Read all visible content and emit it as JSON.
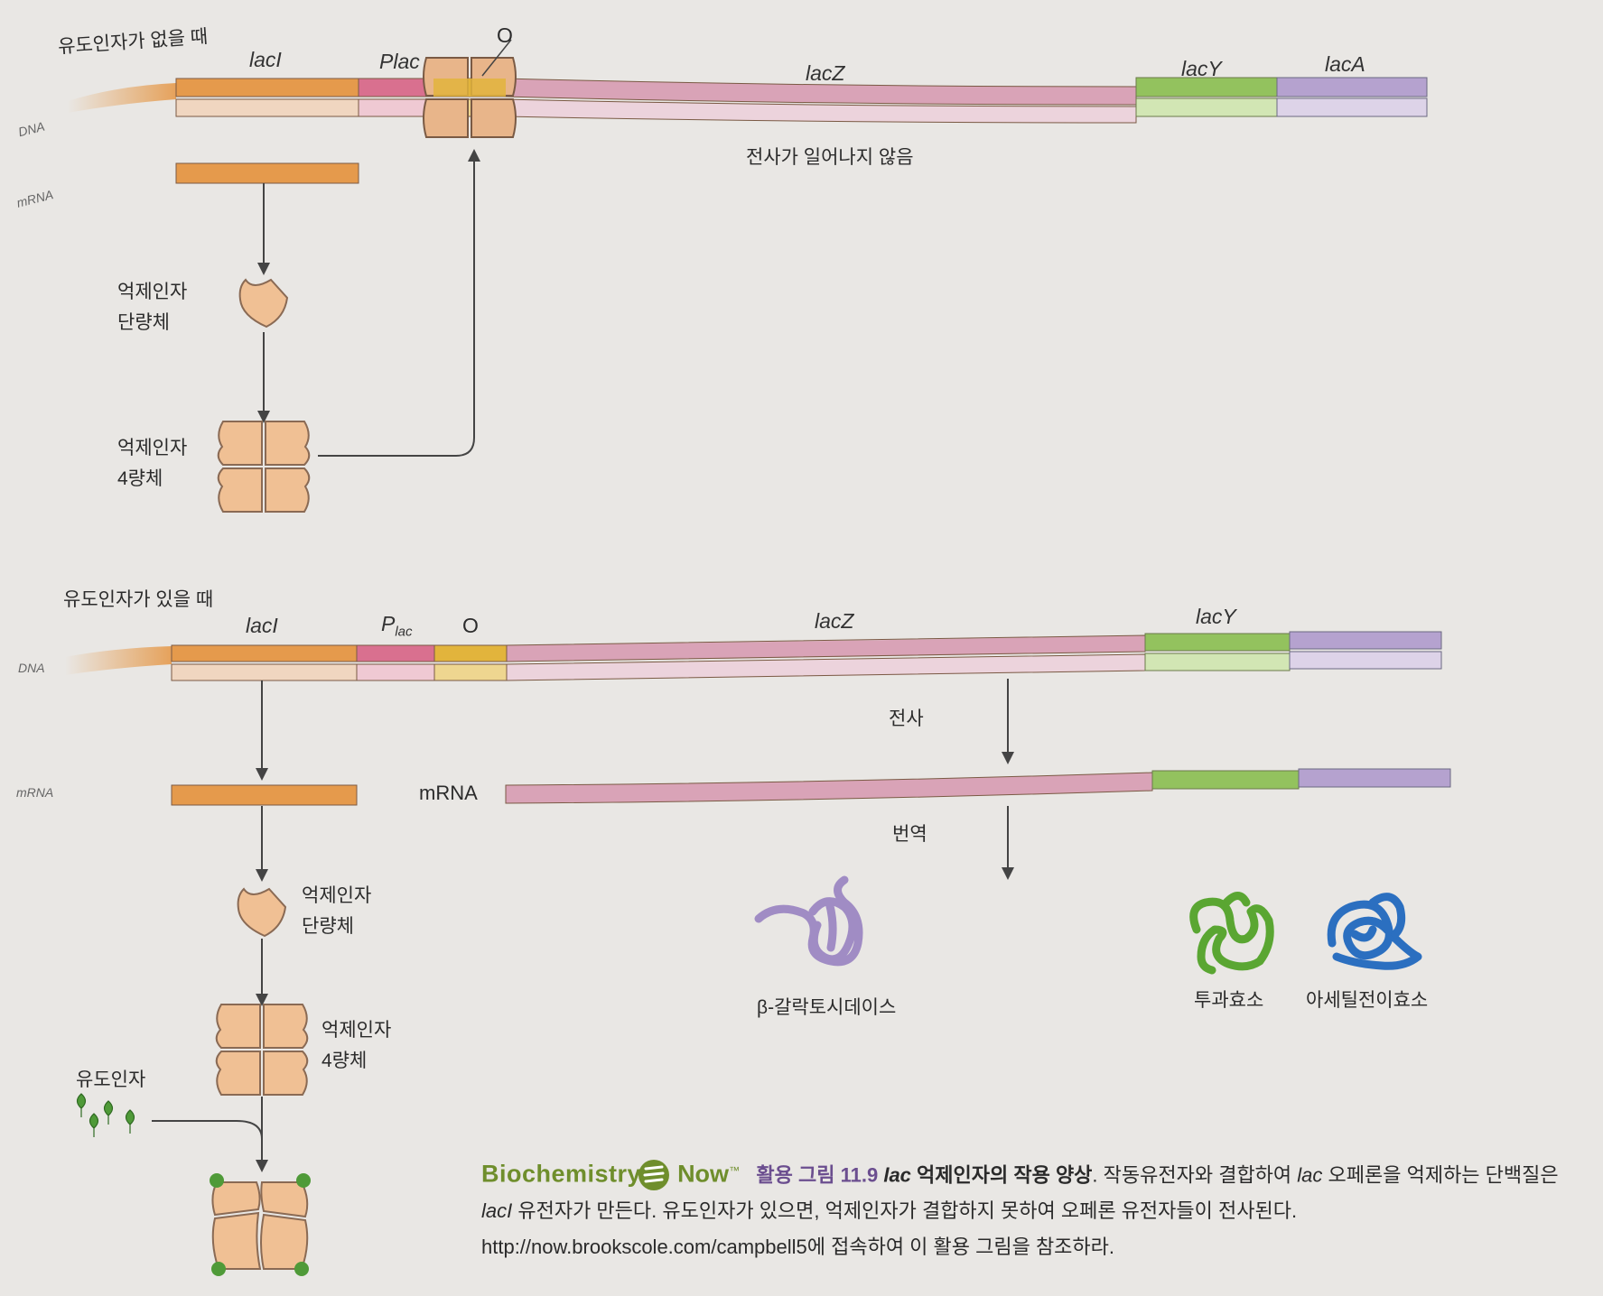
{
  "panel_top": {
    "condition": "유도인자가 없을 때",
    "dna_side": "DNA",
    "mrna_side": "mRNA",
    "genes": {
      "lacI": "lacI",
      "plac": "Plac",
      "operator": "O",
      "lacZ": "lacZ",
      "lacY": "lacY",
      "lacA": "lacA"
    },
    "no_transcription": "전사가 일어나지 않음",
    "monomer": [
      "억제인자",
      "단량체"
    ],
    "tetramer": [
      "억제인자",
      "4량체"
    ]
  },
  "panel_bottom": {
    "condition": "유도인자가 있을 때",
    "dna_side": "DNA",
    "mrna_side": "mRNA",
    "genes": {
      "lacI": "lacI",
      "p": "P",
      "p_sub": "lac",
      "operator": "O",
      "lacZ": "lacZ",
      "lacY": "lacY"
    },
    "transcription": "전사",
    "mrna_label": "mRNA",
    "translation": "번역",
    "monomer": [
      "억제인자",
      "단량체"
    ],
    "tetramer": [
      "억제인자",
      "4량체"
    ],
    "inducer": "유도인자",
    "products": [
      "β-갈락토시데이스",
      "투과효소",
      "아세틸전이효소"
    ]
  },
  "caption": {
    "brand": "Biochemistry",
    "brand_now": "Now",
    "tm": "™",
    "figure": "활용 그림 11.9",
    "title_italic": "lac",
    "title_rest": " 억제인자의 작용 양상",
    "text1": ". 작동유전자와 결합하여 ",
    "text1_italic": "lac",
    "text2": " 오페론을 억제하는 단백질은 ",
    "text2_italic": "lacI",
    "text3": " 유전자가 만든다. 유도인자가 있으면, 억제인자가 결합하지 못하여 오페론 유전자들이 전사된다.",
    "url_line": "http://now.brookscole.com/campbell5에 접속하여 이 활용 그림을 참조하라."
  },
  "colors": {
    "lacI": "#e59a4c",
    "plac": "#d9708f",
    "operator": "#e2b43c",
    "lacZ": "#d9a3b7",
    "lacY": "#93c25e",
    "lacA": "#b5a2cf",
    "repressor": "#f0c094",
    "permease": "#5aa632",
    "transacetylase": "#2b6fc0",
    "galactosidase": "#a08cc4",
    "inducer": "#4f9a38"
  }
}
